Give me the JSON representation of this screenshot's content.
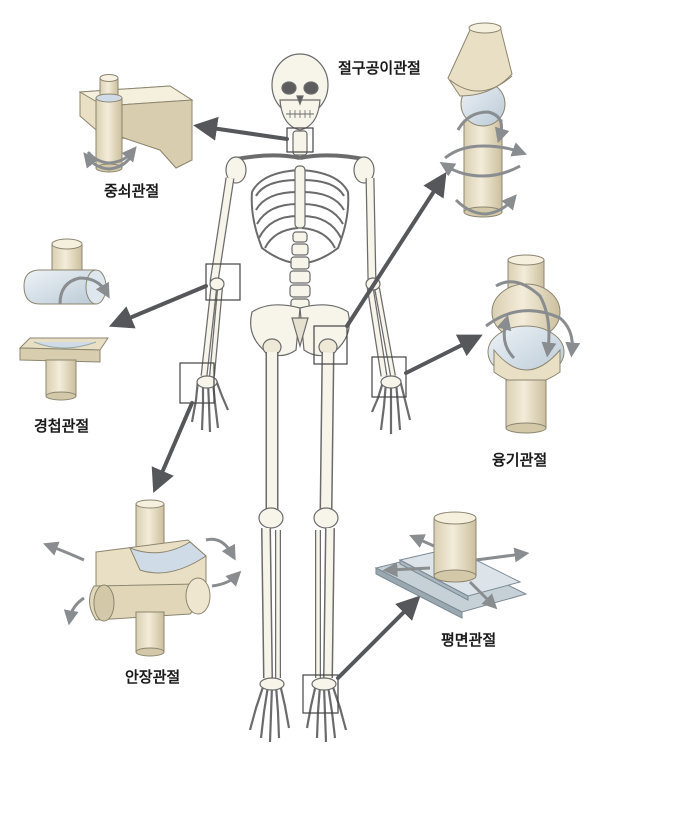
{
  "labels": {
    "pivot": "중쇠관절",
    "ball_socket": "절구공이관절",
    "hinge": "경첩관절",
    "condyloid": "융기관절",
    "saddle": "안장관절",
    "plane": "평면관절"
  },
  "colors": {
    "bone_fill": "#f7f4ea",
    "bone_stroke": "#6b6b6b",
    "joint_fill": "#e9dfc4",
    "joint_shade": "#cfc2a0",
    "cartilage": "#cfdbe6",
    "arrow": "#55575a",
    "rot_arrow": "#8a8d90",
    "plate": "#b9c4cc"
  }
}
